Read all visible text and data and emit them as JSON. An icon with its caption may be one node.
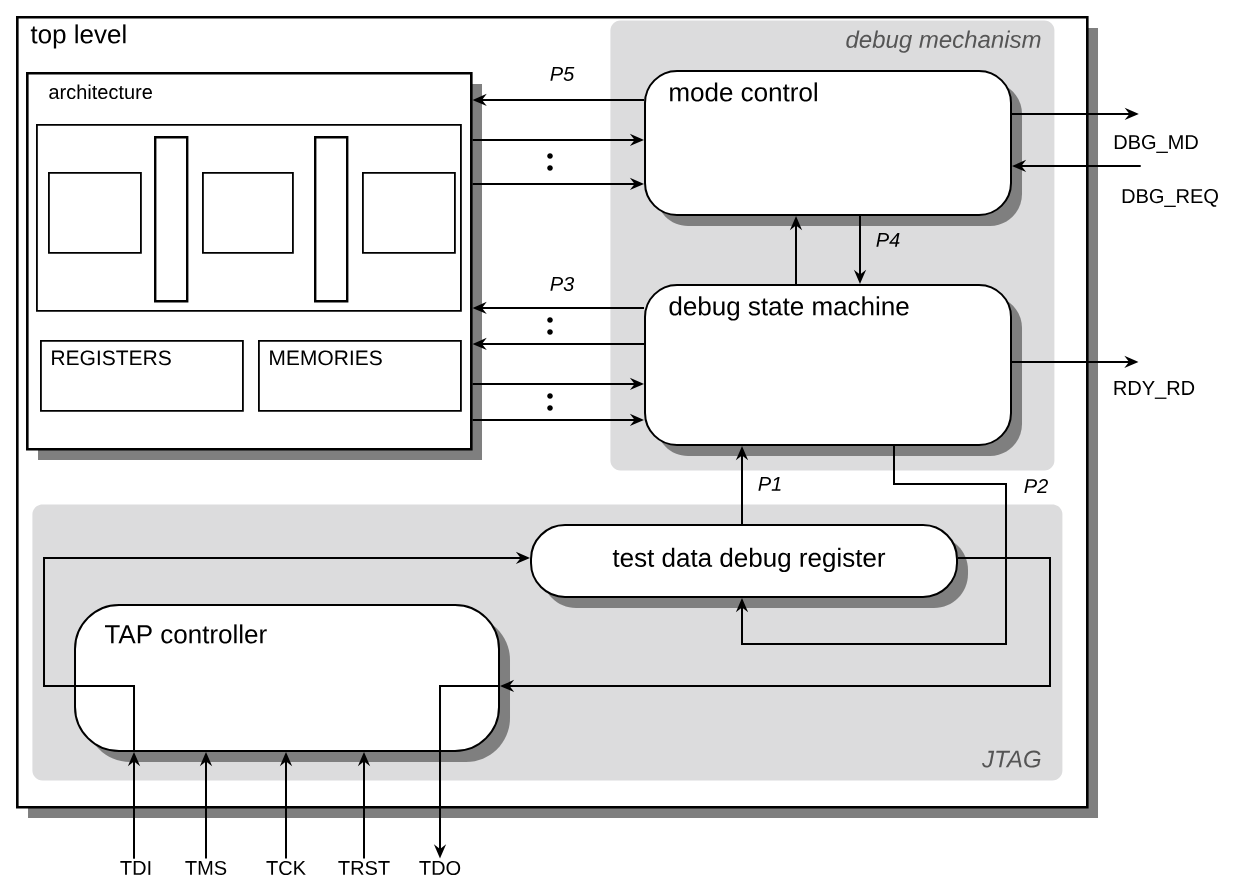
{
  "diagram": {
    "nodes": [
      {
        "text": [
          "top level"
        ]
      },
      {
        "text": [
          "architecture"
        ],
        "in": 0
      },
      {
        "text": [],
        "shape": "box",
        "in": 1
      },
      {
        "text": [],
        "shape": "box",
        "in": 2
      },
      {
        "text": [],
        "shape": "bar",
        "in": 2
      },
      {
        "text": [],
        "shape": "box",
        "in": 2
      },
      {
        "text": [],
        "shape": "bar",
        "in": 2
      },
      {
        "text": [],
        "shape": "box",
        "in": 2
      },
      {
        "text": [
          "REGISTERS"
        ],
        "in": 1
      },
      {
        "text": [
          "MEMORIES"
        ],
        "in": 1
      },
      {
        "text": [
          "debug mechanism"
        ],
        "in": 0
      },
      {
        "text": [
          "mode control"
        ],
        "in": 10
      },
      {
        "text": [
          "debug state machine"
        ],
        "in": 10
      },
      {
        "text": [
          "JTAG"
        ],
        "in": 0
      },
      {
        "text": [
          "test data debug register"
        ],
        "in": 13
      },
      {
        "text": [
          "TAP controller"
        ],
        "in": 13
      },
      {
        "text": [
          "DBG_MD"
        ]
      },
      {
        "text": [
          "DBG_REQ"
        ]
      },
      {
        "text": [
          "RDY_RD"
        ]
      },
      {
        "text": [
          "TDI"
        ]
      },
      {
        "text": [
          "TMS"
        ]
      },
      {
        "text": [
          "TCK"
        ]
      },
      {
        "text": [
          "TRST"
        ]
      },
      {
        "text": [
          "TDO"
        ]
      }
    ],
    "edges": [
      {
        "from": 11,
        "to": 1,
        "arrow": "to",
        "label": "P5"
      },
      {
        "from": 1,
        "to": 11,
        "arrow": "to"
      },
      {
        "from": 1,
        "to": 11,
        "arrow": "to"
      },
      {
        "from": 12,
        "to": 1,
        "arrow": "to",
        "label": "P3"
      },
      {
        "from": 12,
        "to": 1,
        "arrow": "to"
      },
      {
        "from": 1,
        "to": 12,
        "arrow": "to"
      },
      {
        "from": 1,
        "to": 12,
        "arrow": "to"
      },
      {
        "from": 12,
        "to": 11,
        "arrow": "to"
      },
      {
        "from": 11,
        "to": 12,
        "arrow": "to",
        "label": "P4"
      },
      {
        "from": 11,
        "to": 16,
        "arrow": "to"
      },
      {
        "from": 17,
        "to": 11,
        "arrow": "to"
      },
      {
        "from": 12,
        "to": 18,
        "arrow": "to"
      },
      {
        "from": 14,
        "to": 12,
        "arrow": "to",
        "label": "P1"
      },
      {
        "from": 12,
        "to": 14,
        "arrow": "to",
        "label": "P2"
      },
      {
        "from": 15,
        "to": 14,
        "arrow": "to"
      },
      {
        "from": 14,
        "to": 15,
        "arrow": "to"
      },
      {
        "from": 19,
        "to": 15,
        "arrow": "to"
      },
      {
        "from": 20,
        "to": 15,
        "arrow": "to"
      },
      {
        "from": 21,
        "to": 15,
        "arrow": "to"
      },
      {
        "from": 22,
        "to": 15,
        "arrow": "to"
      },
      {
        "from": 15,
        "to": 23,
        "arrow": "to"
      }
    ]
  }
}
